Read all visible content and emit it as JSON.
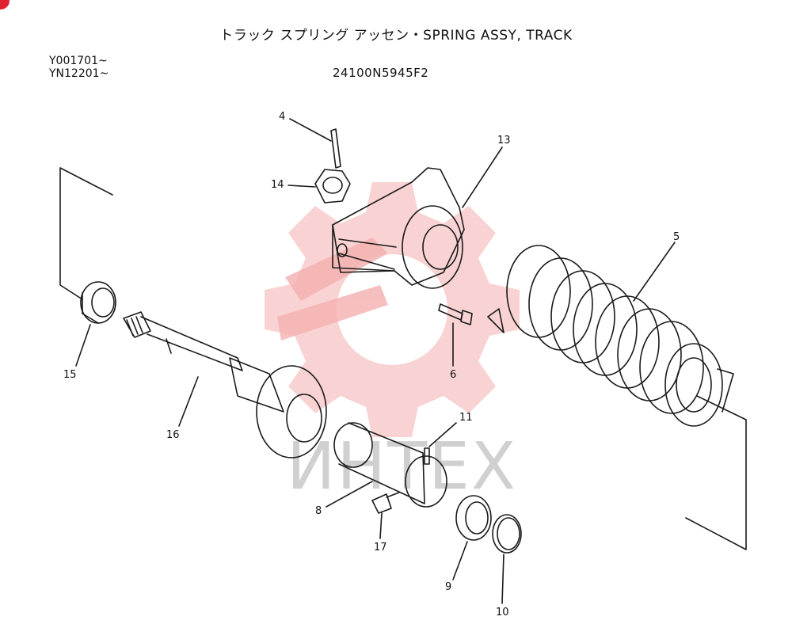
{
  "header": {
    "title": "トラック スプリング アッセン・SPRING ASSY, TRACK",
    "part_number": "24100N5945F2",
    "serial_ranges": [
      "Y001701~",
      "YN12201~"
    ]
  },
  "watermark": {
    "text": "ИНТЕХ",
    "color": "#f5b8b8"
  },
  "callouts": [
    {
      "id": "4",
      "label": "4"
    },
    {
      "id": "14",
      "label": "14"
    },
    {
      "id": "13",
      "label": "13"
    },
    {
      "id": "5",
      "label": "5"
    },
    {
      "id": "6",
      "label": "6"
    },
    {
      "id": "15",
      "label": "15"
    },
    {
      "id": "16",
      "label": "16"
    },
    {
      "id": "11",
      "label": "11"
    },
    {
      "id": "8",
      "label": "8"
    },
    {
      "id": "17",
      "label": "17"
    },
    {
      "id": "9",
      "label": "9"
    },
    {
      "id": "10",
      "label": "10"
    }
  ],
  "colors": {
    "line": "#1a1a1a",
    "accent": "#e02030"
  }
}
